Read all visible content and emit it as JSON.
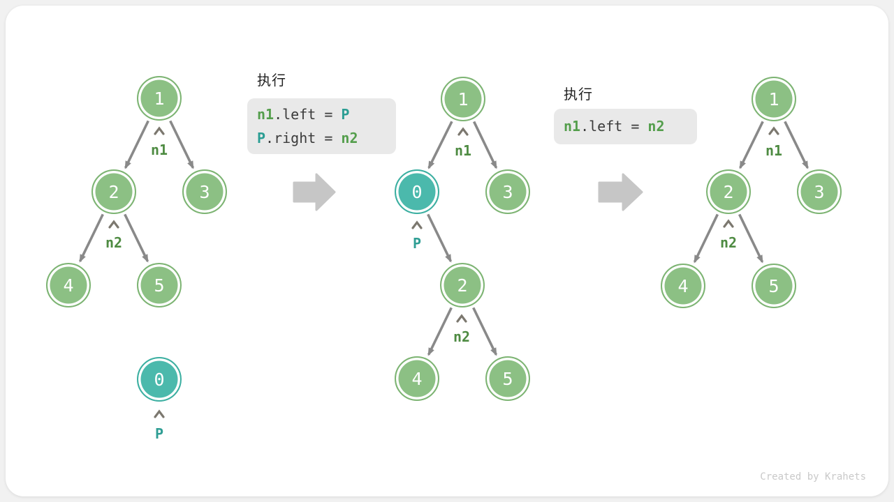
{
  "watermark": "Created by Krahets",
  "panels": [
    {
      "title": "执行",
      "lines": [
        [
          "n1",
          ".left = ",
          "P"
        ],
        [
          "P",
          ".right = ",
          "n2"
        ]
      ]
    },
    {
      "title": "执行",
      "lines": [
        [
          "n1",
          ".left = ",
          "n2"
        ]
      ]
    }
  ],
  "trees": {
    "left": {
      "nodes": [
        "1",
        "2",
        "3",
        "4",
        "5",
        "0"
      ],
      "pointers": {
        "n1": "n1",
        "n2": "n2",
        "p": "P"
      }
    },
    "middle": {
      "nodes": [
        "1",
        "0",
        "3",
        "2",
        "4",
        "5"
      ],
      "pointers": {
        "n1": "n1",
        "p": "P",
        "n2": "n2"
      }
    },
    "right": {
      "nodes": [
        "1",
        "2",
        "3",
        "4",
        "5"
      ],
      "pointers": {
        "n1": "n1",
        "n2": "n2"
      }
    }
  },
  "colors": {
    "page_bg": "#f1f1f1",
    "card_bg": "#ffffff",
    "node_green_fill": "#8cc084",
    "node_green_ring": "#7db473",
    "node_teal_fill": "#4bb9ac",
    "node_teal_ring": "#3cafa1",
    "node_text": "#ffffff",
    "pointer_green": "#4e8b42",
    "pointer_teal": "#2f9e94",
    "code_green": "#549e4c",
    "code_teal": "#2a9d93",
    "edge": "#898989",
    "caret": "#7c786f",
    "block_arrow": "#c6c6c6",
    "code_bg": "#e9e9e9",
    "code_plain": "#3b3b3b",
    "exec_title": "#212121",
    "watermark": "#c9c9c9"
  }
}
